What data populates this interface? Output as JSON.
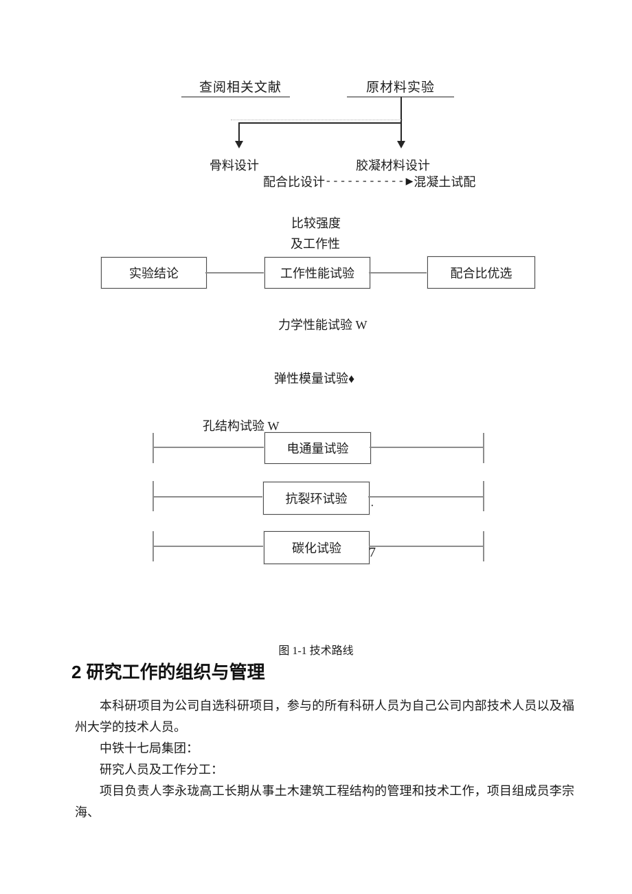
{
  "flowchart": {
    "top": {
      "literature_label": "查阅相关文献",
      "raw_material_label": "原材料实验",
      "aggregate_design_label": "骨料设计",
      "binder_design_label": "胶凝材料设计",
      "mix_design_label": "配合比设计",
      "dashes": "-----------",
      "arrow_glyph": "▶",
      "trial_mix_label": "混凝土试配"
    },
    "middle": {
      "compare_strength_label": "比较强度",
      "workability_label": "及工作性",
      "boxes": [
        "实验结论",
        "工作性能试验",
        "配合比优选"
      ],
      "mechanical_test_label": "力学性能试验 W",
      "elastic_modulus_label": "弹性模量试验♦",
      "pore_structure_label": "孔结构试验 W"
    },
    "bottom_rows": [
      {
        "label": "电通量试验",
        "suffix": ""
      },
      {
        "label": "抗裂环试验",
        "suffix": "·"
      },
      {
        "label": "碳化试验",
        "suffix": "7"
      }
    ],
    "caption": "图 1-1 技术路线"
  },
  "section": {
    "heading": "2 研究工作的组织与管理",
    "paragraphs": [
      "本科研项目为公司自选科研项目，参与的所有科研人员为自己公司内部技术人员以及福州大学的技术人员。",
      "中铁十七局集团：",
      "研究人员及工作分工：",
      "项目负责人李永珑高工长期从事土木建筑工程结构的管理和技术工作，项目组成员李宗海、"
    ]
  },
  "colors": {
    "page_bg": "#ffffff",
    "text": "#1c1c1c",
    "gray_line": "#8c8c8c",
    "black_line": "#262626",
    "box_border": "#4a4a4a"
  }
}
